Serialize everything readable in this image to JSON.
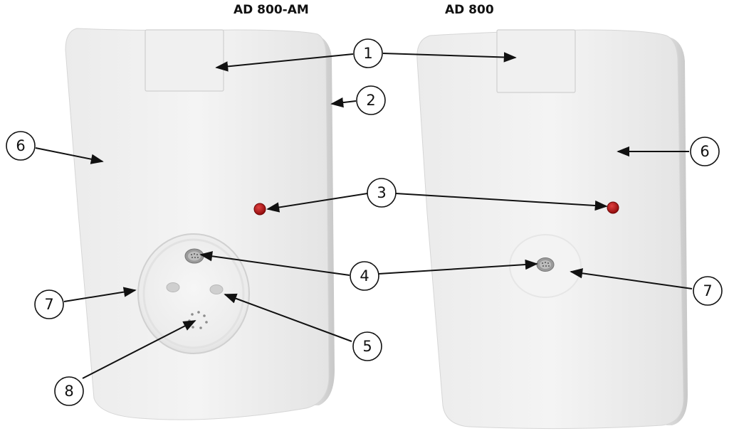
{
  "devices": {
    "left": {
      "title": "AD 800-AM"
    },
    "right": {
      "title": "AD 800"
    }
  },
  "callouts": [
    {
      "id": "c1",
      "label": "1"
    },
    {
      "id": "c2",
      "label": "2"
    },
    {
      "id": "c3",
      "label": "3"
    },
    {
      "id": "c4",
      "label": "4"
    },
    {
      "id": "c5",
      "label": "5"
    },
    {
      "id": "c6a",
      "label": "6"
    },
    {
      "id": "c6b",
      "label": "6"
    },
    {
      "id": "c7a",
      "label": "7"
    },
    {
      "id": "c7b",
      "label": "7"
    },
    {
      "id": "c8",
      "label": "8"
    }
  ],
  "colors": {
    "housing": "#efefef",
    "housing_shadow": "#cfcfcf",
    "led": "#b01010",
    "arrow": "#111111"
  }
}
